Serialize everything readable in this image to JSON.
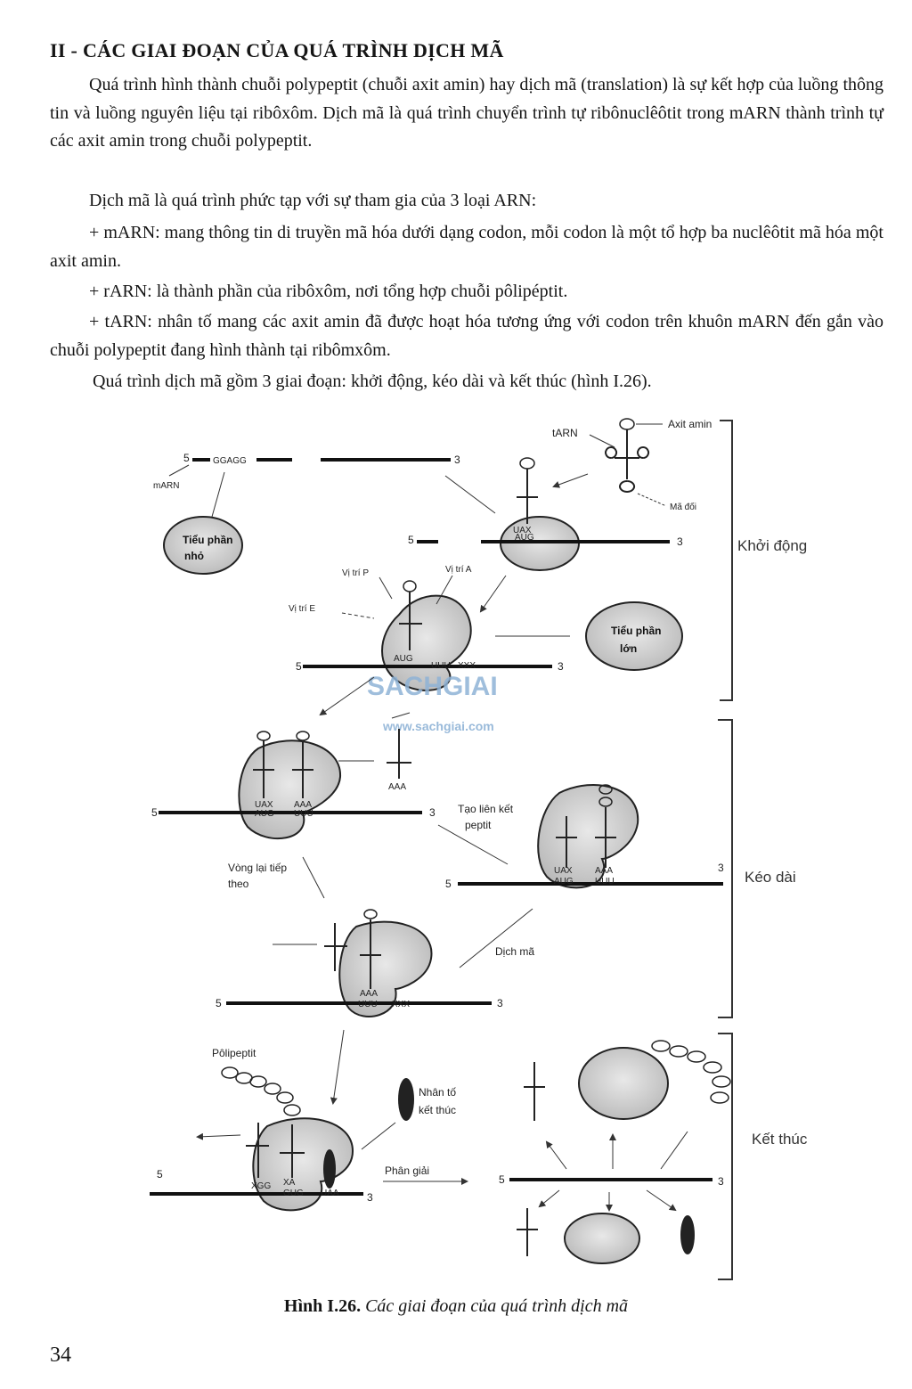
{
  "heading": "II - CÁC GIAI ĐOẠN CỦA QUÁ TRÌNH DỊCH MÃ",
  "paragraphs": {
    "p1": "Quá trình hình thành chuỗi polypeptit (chuỗi axit amin) hay dịch mã (translation) là sự kết hợp của luồng thông tin và luồng nguyên liệu tại ribôxôm. Dịch mã là quá trình chuyển trình tự ribônuclêôtit trong mARN thành trình tự các axit amin trong chuỗi polypeptit.",
    "p2": "Dịch mã là quá trình phức tạp với sự tham gia của 3 loại ARN:",
    "p3": "+ mARN: mang thông tin di truyền mã hóa dưới dạng codon, mỗi codon là một tổ hợp ba nuclêôtit mã hóa một axit amin.",
    "p4": "+ rARN: là thành phần của ribôxôm, nơi tổng hợp chuỗi pôlipéptit.",
    "p5": "+ tARN: nhân tố mang các axit amin đã được hoạt hóa tương ứng với codon trên khuôn mARN đến gắn vào chuỗi polypeptit đang hình thành tại ribômxôm.",
    "p6": "Quá trình dịch mã gồm 3 giai đoạn: khởi động, kéo dài và kết thúc (hình I.26)."
  },
  "figure": {
    "stages": {
      "initiation": "Khởi động",
      "elongation": "Kéo dài",
      "termination": "Kết thúc"
    },
    "labels": {
      "trna": "tARN",
      "amino_acid": "Axit amin",
      "anticodon": "Mã đối",
      "mrna": "mARN",
      "small_subunit": "Tiểu phần nhỏ",
      "large_subunit": "Tiểu phần lớn",
      "site_p": "Vị trí P",
      "site_a": "Vị trí A",
      "site_e": "Vị trí E",
      "peptide_bond": "Tạo liên kết peptit",
      "next_cycle": "Vòng lại tiếp theo",
      "translocation": "Dịch mã",
      "polypeptide": "Pôlipeptit",
      "release_factor": "Nhân tố kết thúc",
      "dissociation": "Phân giải"
    },
    "codons": {
      "start": "AUG",
      "codon2": "UUU",
      "codon_next": "XXX",
      "stop": "UAA",
      "anticodon1": "UAX",
      "anticodon2": "AAA",
      "anticodon3": "XGG",
      "codon3": "GUG",
      "shine": "GGAGG",
      "trna_ac": "AAA",
      "anticodon4": "XA"
    },
    "ends": {
      "five": "5",
      "three": "3"
    },
    "watermark": {
      "logo": "SACHGIAI",
      "url": "www.sachgiai.com"
    }
  },
  "caption": {
    "label": "Hình I.26.",
    "text": "Các giai đoạn của quá trình dịch mã"
  },
  "page_number": "34"
}
